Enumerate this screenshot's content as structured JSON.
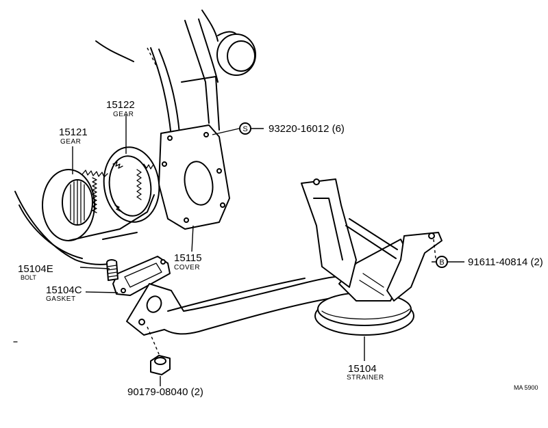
{
  "callouts": {
    "gear_15122": {
      "number": "15122",
      "name": "GEAR"
    },
    "gear_15121": {
      "number": "15121",
      "name": "GEAR"
    },
    "screw_s": {
      "symbol": "S",
      "number": "93220-16012 (6)"
    },
    "cover": {
      "number": "15115",
      "name": "COVER"
    },
    "bolt": {
      "number": "15104E",
      "name": "BOLT"
    },
    "gasket": {
      "number": "15104C",
      "name": "GASKET"
    },
    "strainer": {
      "number": "15104",
      "name": "STRAINER"
    },
    "bolt_b": {
      "symbol": "B",
      "number": "91611-40814 (2)"
    },
    "nut": {
      "number": "90179-08040 (2)"
    }
  },
  "figure_code": "MA 5900",
  "colors": {
    "ink": "#000000",
    "paper": "#ffffff"
  }
}
